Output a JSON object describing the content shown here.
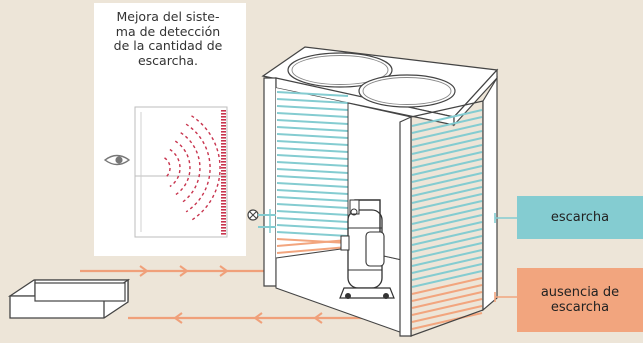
{
  "caption": "Mejora del siste-\nma de detección\nde la cantidad de\nescarcha.",
  "labels": {
    "frost": "escarcha",
    "no_frost": "ausencia de\nescarcha"
  },
  "colors": {
    "background": "#EDE5D8",
    "frost": "#84CCD1",
    "no_frost": "#F2A57E",
    "pipe": "#F0A07A",
    "sensor_dots": "#C8344E"
  },
  "icons": {
    "eye": "eye-icon",
    "valve": "valve-icon",
    "compressor": "compressor-icon"
  }
}
